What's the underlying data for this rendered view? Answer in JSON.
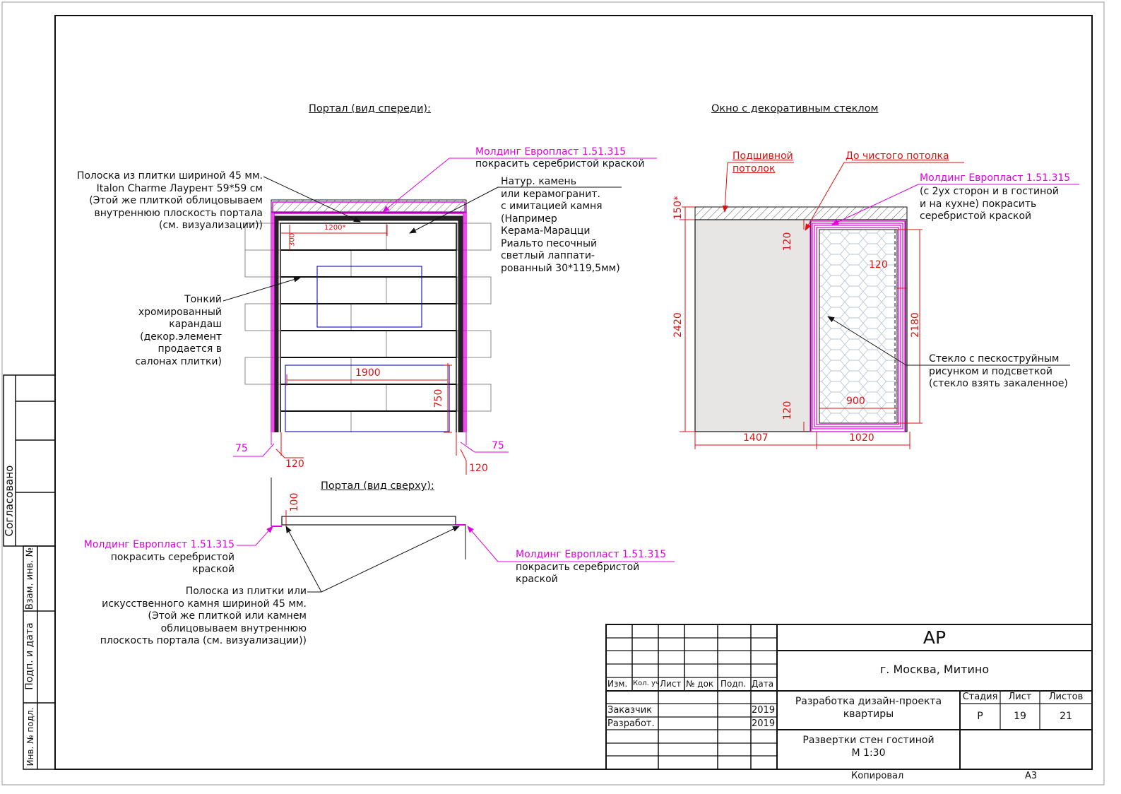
{
  "colors": {
    "line": "#111111",
    "accent_magenta": "#e000e0",
    "dim_red": "#dd1111",
    "frame_blue": "#2222bb",
    "wall_fill": "#e8e6e4"
  },
  "side_stamp": {
    "agreed": "Согласовано",
    "ref_no": "Взам. инв. №",
    "sign_date": "Подп. и дата",
    "orig_no": "Инв. № подл."
  },
  "front": {
    "title": "Портал (вид спереди):",
    "molding_label_1": "Молдинг Европласт 1.51.315",
    "molding_label_2": "покрасить серебристой краской",
    "strip_note": [
      "Полоска из плитки шириной 45 мм.",
      "Italon Charme Лаурент 59*59 см",
      "(Этой же плиткой облицовываем",
      "внутреннюю плоскость портала",
      "(см. визуализации))"
    ],
    "stone_note": [
      "Натур. камень",
      "или керамогранит.",
      "с имитацией камня",
      "(Например",
      "Керама-Марацци",
      "Риальто песочный",
      "светлый лаппати-",
      "рованный 30*119,5мм)"
    ],
    "pencil_note": [
      "Тонкий",
      "хромированный",
      "карандаш",
      "(декор.элемент",
      "продается в",
      "салонах плитки)"
    ],
    "dims": {
      "d1200": "1200*",
      "d300": "300",
      "d1900": "1900",
      "d750": "750",
      "d75_left": "75",
      "d75_right": "75",
      "d120_left": "120",
      "d120_right": "120"
    }
  },
  "top": {
    "title": "Портал (вид сверху):",
    "dim100": "100",
    "molding_left": [
      "Молдинг Европласт 1.51.315",
      "покрасить серебристой",
      "краской"
    ],
    "molding_right": [
      "Молдинг Европласт 1.51.315",
      "покрасить серебристой",
      "краской"
    ],
    "strip_note": [
      "Полоска из плитки или",
      "искусственного камня шириной 45 мм.",
      "(Этой же плиткой или камнем",
      "облицовываем внутреннюю",
      "плоскость портала (см. визуализации))"
    ]
  },
  "window": {
    "title": "Окно с декоративным стеклом",
    "ceiling_label": [
      "Подшивной",
      "потолок"
    ],
    "to_ceiling": "До чистого потолка",
    "molding_title": "Молдинг Европласт 1.51.315",
    "molding_note": [
      "(с 2ух сторон и в гостиной",
      "и на кухне) покрасить",
      "серебристой краской"
    ],
    "glass_note": [
      "Стекло с пескоструйным",
      "рисунком и подсветкой",
      "(стекло взять закаленное)"
    ],
    "dims": {
      "d150": "150*",
      "d2420": "2420",
      "d120_top": "120",
      "d120_inner": "120",
      "d2180": "2180",
      "d900": "900",
      "d120_bottom": "120",
      "d1407": "1407",
      "d1020": "1020"
    }
  },
  "title_block": {
    "code": "АР",
    "address": "г. Москва, Митино",
    "col_headers": [
      "Изм.",
      "Кол. уч",
      "Лист",
      "№ док",
      "Подп.",
      "Дата"
    ],
    "customer": "Заказчик",
    "customer_year": "2019",
    "developer": "Разработ.",
    "developer_year": "2019",
    "project": [
      "Разработка дизайн-проекта",
      "квартиры"
    ],
    "stage_label": "Стадия",
    "sheet_label": "Лист",
    "sheets_label": "Листов",
    "stage": "Р",
    "sheet": "19",
    "sheets": "21",
    "drawing": [
      "Развертки стен гостиной",
      "М 1:30"
    ],
    "copied": "Копировал",
    "format": "А3"
  }
}
